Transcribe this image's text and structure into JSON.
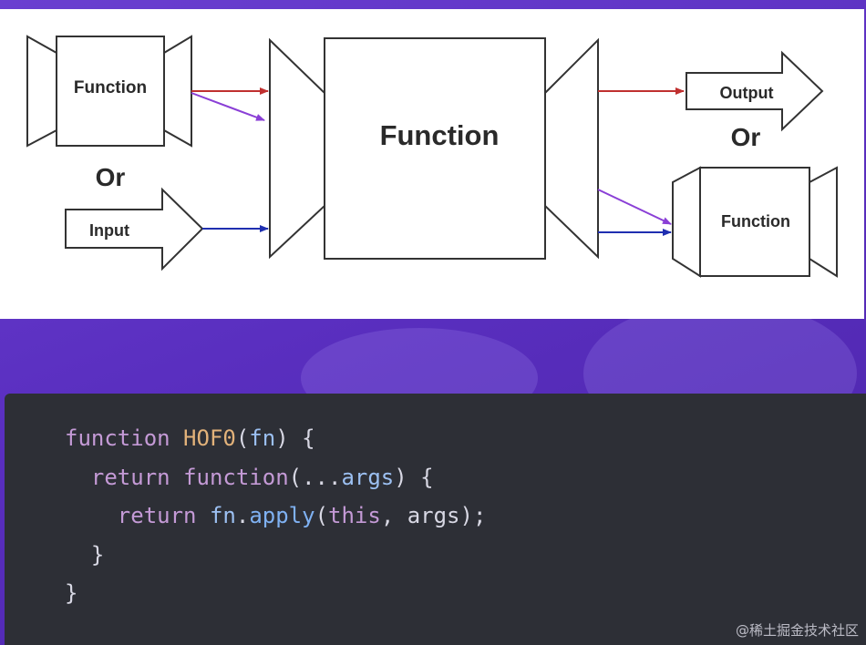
{
  "diagram": {
    "left_function_label": "Function",
    "or_left": "Or",
    "input_label": "Input",
    "center_function_label": "Function",
    "output_label": "Output",
    "or_right": "Or",
    "right_function_label": "Function"
  },
  "colors": {
    "arrow_red": "#c0302f",
    "arrow_purple": "#8a3fd6",
    "arrow_blue": "#1f2fb0",
    "code_bg": "#2d2f36"
  },
  "code_lines": [
    [
      {
        "t": "function",
        "c": "kw"
      },
      {
        "t": " ",
        "c": "pl"
      },
      {
        "t": "HOF0",
        "c": "fnn"
      },
      {
        "t": "(",
        "c": "pl"
      },
      {
        "t": "fn",
        "c": "prm"
      },
      {
        "t": ") {",
        "c": "pl"
      }
    ],
    [
      {
        "t": "  ",
        "c": "pl"
      },
      {
        "t": "return",
        "c": "kw"
      },
      {
        "t": " ",
        "c": "pl"
      },
      {
        "t": "function",
        "c": "kw"
      },
      {
        "t": "(...",
        "c": "pl"
      },
      {
        "t": "args",
        "c": "prm"
      },
      {
        "t": ") {",
        "c": "pl"
      }
    ],
    [
      {
        "t": "    ",
        "c": "pl"
      },
      {
        "t": "return",
        "c": "kw"
      },
      {
        "t": " ",
        "c": "pl"
      },
      {
        "t": "fn",
        "c": "prm"
      },
      {
        "t": ".",
        "c": "pl"
      },
      {
        "t": "apply",
        "c": "mth"
      },
      {
        "t": "(",
        "c": "pl"
      },
      {
        "t": "this",
        "c": "kw"
      },
      {
        "t": ", args);",
        "c": "pl"
      }
    ],
    [
      {
        "t": "  }",
        "c": "pl"
      }
    ],
    [
      {
        "t": "}",
        "c": "pl"
      }
    ]
  ],
  "watermark": "@稀土掘金技术社区"
}
